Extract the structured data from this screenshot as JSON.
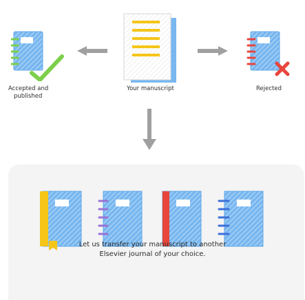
{
  "labels": {
    "accepted_line1": "Accepted and",
    "accepted_line2": "published",
    "manuscript": "Your manuscript",
    "rejected": "Rejected"
  },
  "transfer_caption": {
    "line1": "Let us transfer your manuscript to another",
    "line2": "Elsevier journal of your choice."
  },
  "colors": {
    "journal_fill": "#78b7f0",
    "hatch": "#ffffff",
    "accent_green": "#7ccf4a",
    "accent_red": "#e8453c",
    "accent_yellow": "#f5c518",
    "accent_purple": "#9a72d6",
    "accent_blue": "#3b6fd8",
    "arrow_gray": "#a0a0a0"
  },
  "icons": {
    "accepted": "journal-with-checkmark-icon",
    "manuscript": "manuscript-document-icon",
    "rejected": "journal-with-cross-icon",
    "left_arrow": "arrow-left-icon",
    "right_arrow": "arrow-right-icon",
    "down_arrow": "arrow-down-icon",
    "journals": [
      "journal-yellow-icon",
      "journal-purple-icon",
      "journal-red-icon",
      "journal-blue-icon"
    ]
  }
}
